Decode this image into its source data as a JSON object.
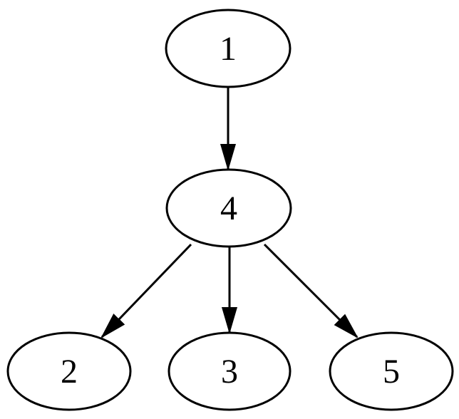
{
  "graph": {
    "type": "directed-graph",
    "background_color": "#ffffff",
    "node_fill_color": "#ffffff",
    "node_stroke_color": "#000000",
    "text_color": "#000000",
    "nodes": [
      {
        "id": "1",
        "label": "1"
      },
      {
        "id": "4",
        "label": "4"
      },
      {
        "id": "2",
        "label": "2"
      },
      {
        "id": "3",
        "label": "3"
      },
      {
        "id": "5",
        "label": "5"
      }
    ],
    "edges": [
      {
        "from": "1",
        "to": "4"
      },
      {
        "from": "4",
        "to": "2"
      },
      {
        "from": "4",
        "to": "3"
      },
      {
        "from": "4",
        "to": "5"
      }
    ]
  }
}
